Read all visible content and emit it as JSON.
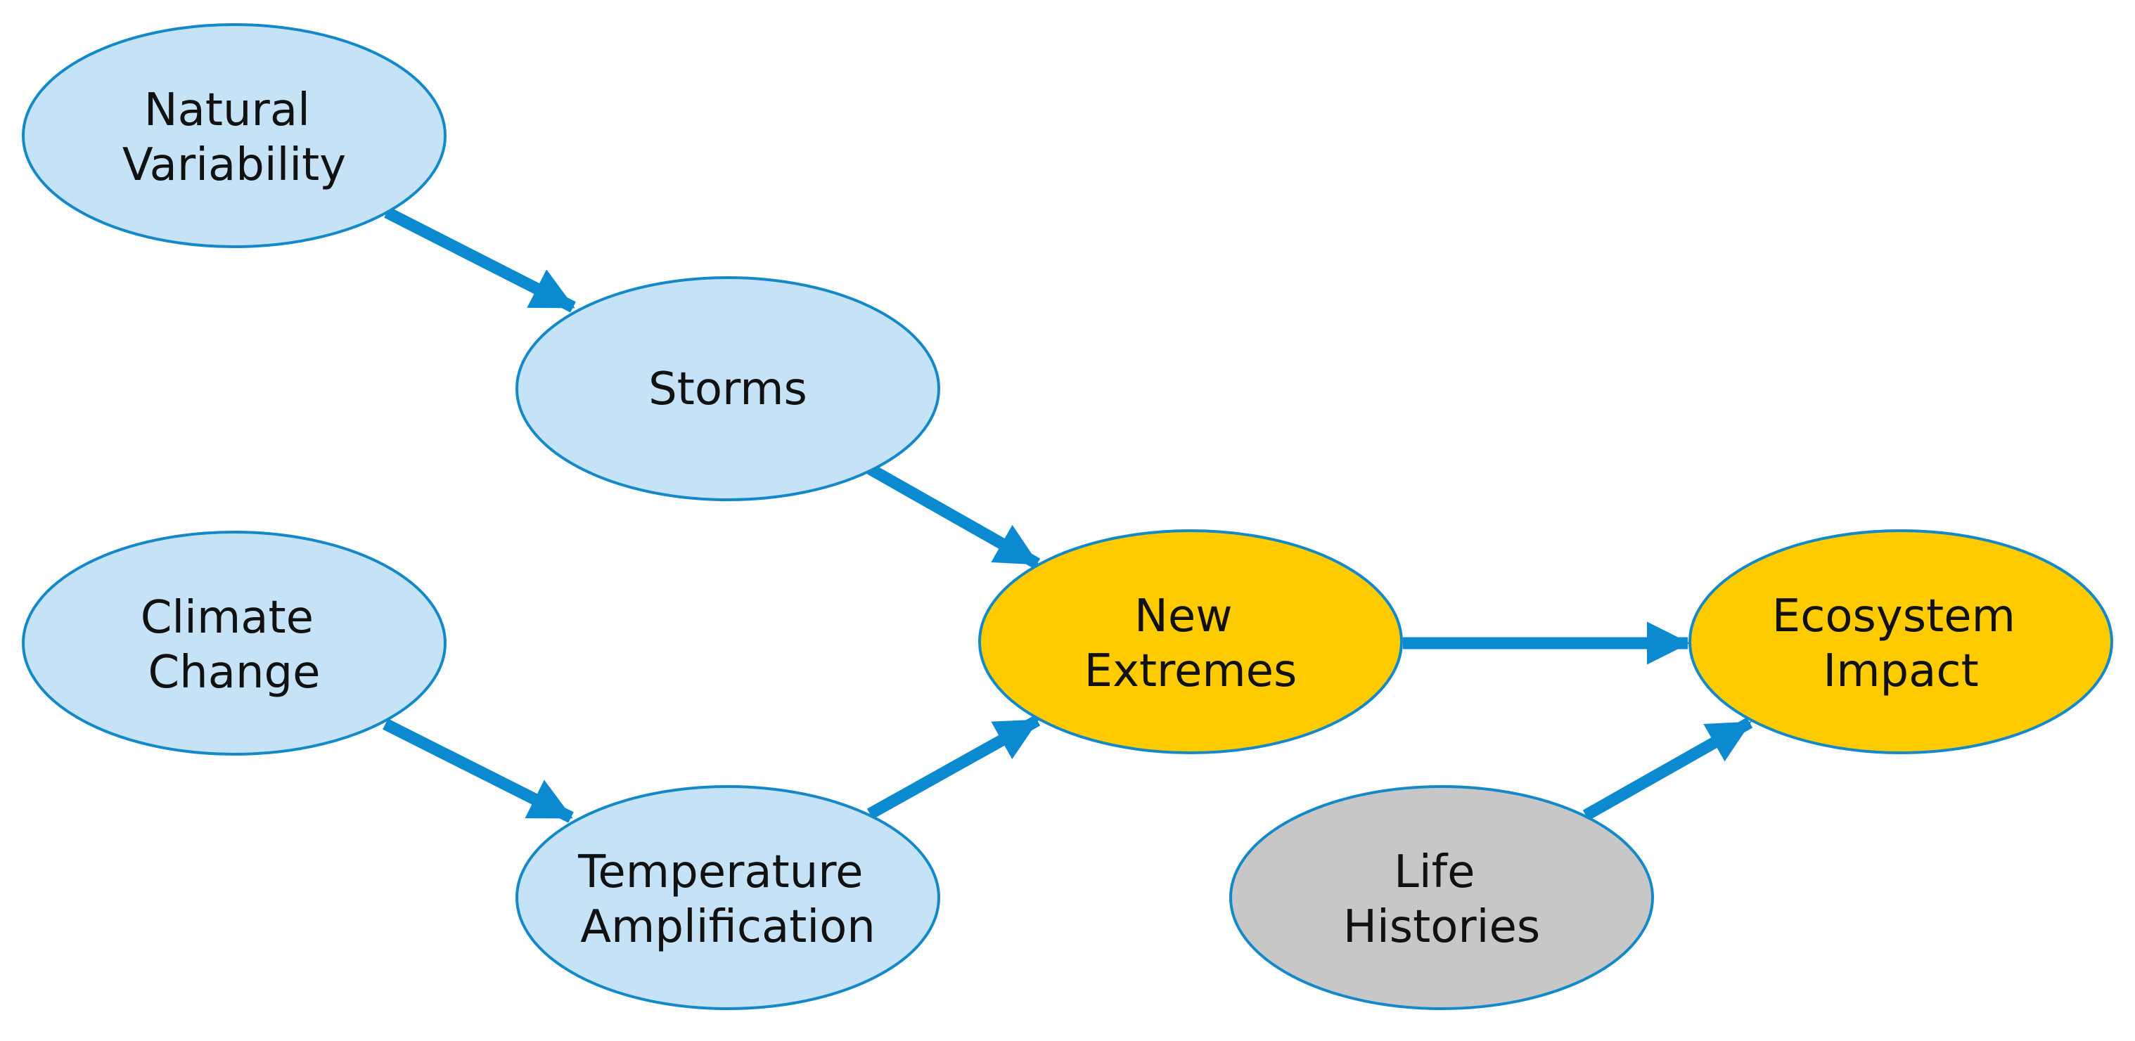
{
  "colors": {
    "blue_node_fill": "#c5e2f6",
    "yellow_node_fill": "#fdcb00",
    "gray_node_fill": "#c7c7c7",
    "node_outline": "#1389c9",
    "arrow": "#0b8ad0",
    "text": "#111111"
  },
  "nodes": {
    "natural_variability": {
      "line1": "Natural",
      "line2": "Variability"
    },
    "storms": {
      "line1": "Storms"
    },
    "climate_change": {
      "line1": "Climate",
      "line2": "Change"
    },
    "temperature_amplification": {
      "line1": "Temperature",
      "line2": "Amplification"
    },
    "new_extremes": {
      "line1": "New",
      "line2": "Extremes"
    },
    "ecosystem_impact": {
      "line1": "Ecosystem",
      "line2": "Impact"
    },
    "life_histories": {
      "line1": "Life",
      "line2": "Histories"
    }
  },
  "edges": [
    {
      "from": "natural_variability",
      "to": "storms"
    },
    {
      "from": "storms",
      "to": "new_extremes"
    },
    {
      "from": "climate_change",
      "to": "temperature_amplification"
    },
    {
      "from": "temperature_amplification",
      "to": "new_extremes"
    },
    {
      "from": "new_extremes",
      "to": "ecosystem_impact"
    },
    {
      "from": "life_histories",
      "to": "ecosystem_impact"
    }
  ]
}
